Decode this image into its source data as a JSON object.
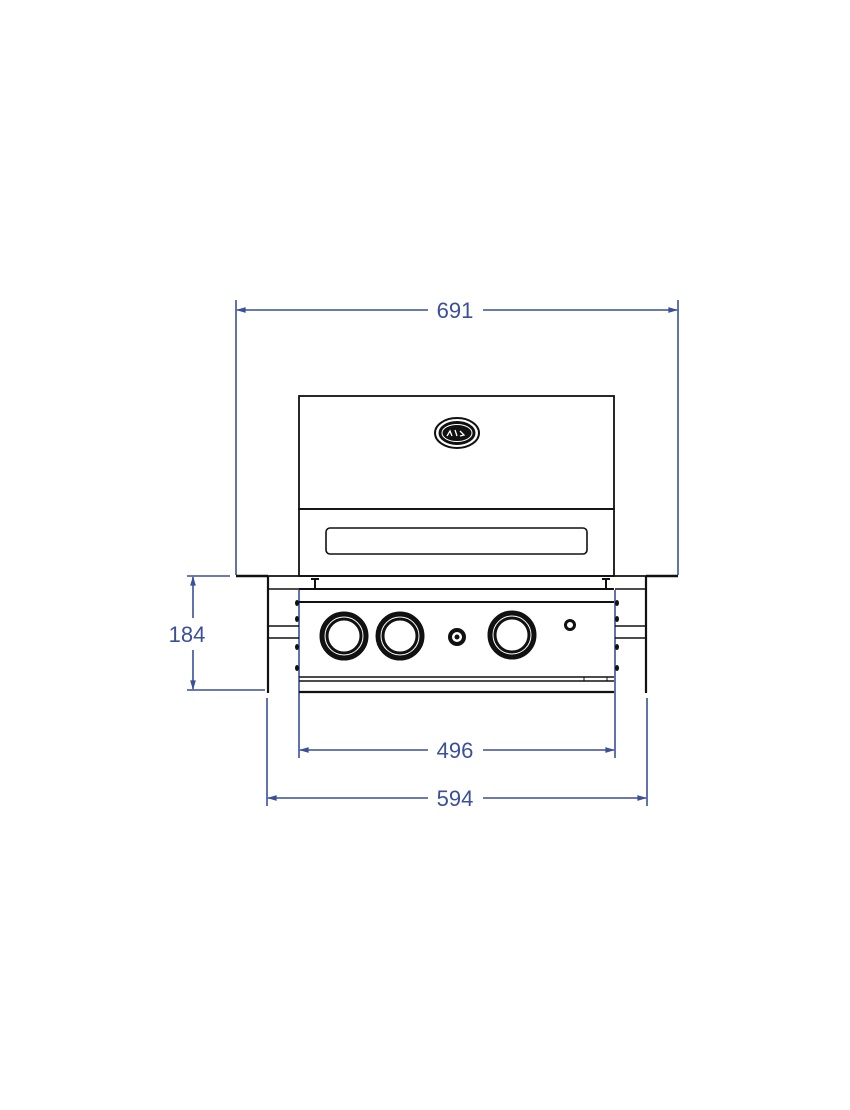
{
  "drawing": {
    "subject": "built-in gas grill, front elevation",
    "colors": {
      "dimension": "#3b4f9a",
      "outline": "#111111",
      "background": "#ffffff"
    },
    "dimensions": {
      "overall_width": "691",
      "height": "184",
      "inner_width": "496",
      "cutout_width": "594"
    },
    "components": {
      "lid_logo": "logo-badge",
      "control_knobs": 3,
      "igniter_buttons": 1,
      "indicator": 1
    }
  }
}
